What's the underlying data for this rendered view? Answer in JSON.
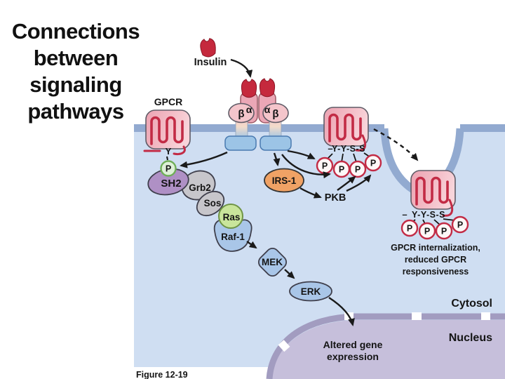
{
  "slide": {
    "title": "Connections\nbetween\nsignaling\npathways"
  },
  "figure": {
    "caption": "Figure 12-19",
    "labels": {
      "insulin": "Insulin",
      "gpcr": "GPCR",
      "alpha": "α",
      "beta": "β",
      "tyrosine": "Y",
      "phosphate": "P",
      "minus": "–",
      "phospho_sites": "Y-Y-S-S",
      "sh2": "SH2",
      "grb2": "Grb2",
      "sos": "Sos",
      "ras": "Ras",
      "raf1": "Raf-1",
      "mek": "MEK",
      "erk": "ERK",
      "irs1": "IRS-1",
      "pkb": "PKB",
      "internalization_l1": "GPCR internalization,",
      "internalization_l2": "reduced GPCR",
      "internalization_l3": "responsiveness",
      "cytosol": "Cytosol",
      "nucleus": "Nucleus",
      "altered_l1": "Altered gene",
      "altered_l2": "expression"
    },
    "colors": {
      "membrane": "#92aad0",
      "cytosol": "#cfdef2",
      "extracellular": "#ffffff",
      "nucleus_fill": "#c6bfdb",
      "nucleus_envelope": "#a29cc0",
      "gpcr_body": "#f3bcc6",
      "gpcr_helix": "#c22b45",
      "insulin_red": "#c5293d",
      "receptor_pink": "#f4c5cb",
      "receptor_blue": "#9cc4e6",
      "sh2_purple": "#af90c5",
      "adapter_gray": "#c7c6cb",
      "ras_green": "#c9e59b",
      "kinase_blue": "#a9c6e8",
      "irs1_orange": "#f0a265",
      "phosphate_red": "#c22b45",
      "phosphate_green": "#6fae58",
      "arrow_black": "#1a1a1a"
    }
  }
}
